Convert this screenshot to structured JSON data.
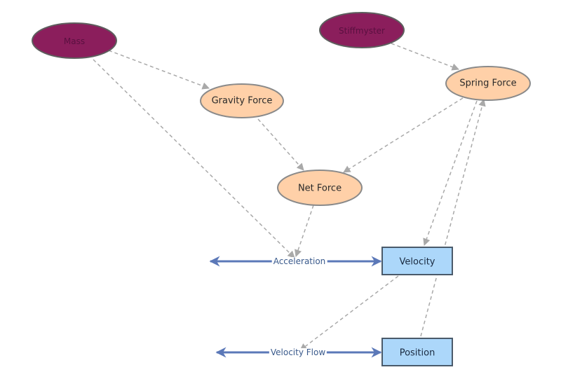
{
  "colors": {
    "parameter_fill": "#8b1e5c",
    "parameter_stroke": "#5e5e5e",
    "auxiliary_fill": "#ffd0a8",
    "auxiliary_stroke": "#8a8a8a",
    "stock_fill": "#acd7fa",
    "stock_stroke": "#4a5a6a",
    "flow_color": "#5b78b8",
    "link_color": "#a9a9a9"
  },
  "nodes": {
    "mass": {
      "label": "Mass"
    },
    "stiffness": {
      "label": "Stiffmyster"
    },
    "gravity_force": {
      "label": "Gravity Force"
    },
    "spring_force": {
      "label": "Spring Force"
    },
    "net_force": {
      "label": "Net Force"
    },
    "velocity": {
      "label": "Velocity"
    },
    "position": {
      "label": "Position"
    }
  },
  "flows": {
    "acceleration": {
      "label": "Acceleration"
    },
    "velocity_flow": {
      "label": "Velocity Flow"
    }
  },
  "links": [
    {
      "from": "mass",
      "to": "gravity_force"
    },
    {
      "from": "mass",
      "to": "acceleration"
    },
    {
      "from": "stiffness",
      "to": "spring_force"
    },
    {
      "from": "gravity_force",
      "to": "net_force"
    },
    {
      "from": "spring_force",
      "to": "net_force"
    },
    {
      "from": "spring_force",
      "to": "velocity"
    },
    {
      "from": "net_force",
      "to": "acceleration"
    },
    {
      "from": "velocity",
      "to": "velocity_flow"
    },
    {
      "from": "position",
      "to": "spring_force"
    }
  ]
}
